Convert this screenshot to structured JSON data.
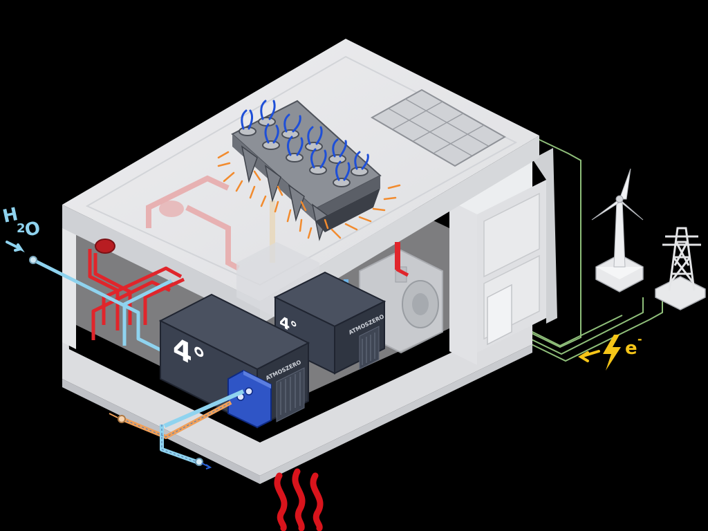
{
  "labels": {
    "water_h": "H",
    "water_sub": "2",
    "water_o": "O",
    "electron": "e",
    "electron_sup": "-",
    "brand_big": "4°",
    "brand_small": "4°",
    "brand_name_1": "ATMOSZERO",
    "brand_name_2": "ATMOSZERO"
  },
  "colors": {
    "background": "#000000",
    "building": "#e6e7e9",
    "building_shadow": "#c9cbcf",
    "hot_pipe": "#e0252b",
    "cold_pipe": "#8fd3ef",
    "unit_body": "#3e4452",
    "unit_edge": "#1f2430",
    "heat_exchanger": "#2f55c6",
    "orange_pipe": "#f0a05a",
    "heat_glow": "#f28b2e",
    "fan_air": "#1e4fd8",
    "electric": "#f5c518",
    "grid_line": "#8fbf7a",
    "steam": "#d9141c"
  },
  "icons": [
    "water-arrow-icon",
    "lightning-icon",
    "steam-icon",
    "wind-turbine-icon",
    "power-pylon-icon",
    "solar-panel-icon"
  ]
}
